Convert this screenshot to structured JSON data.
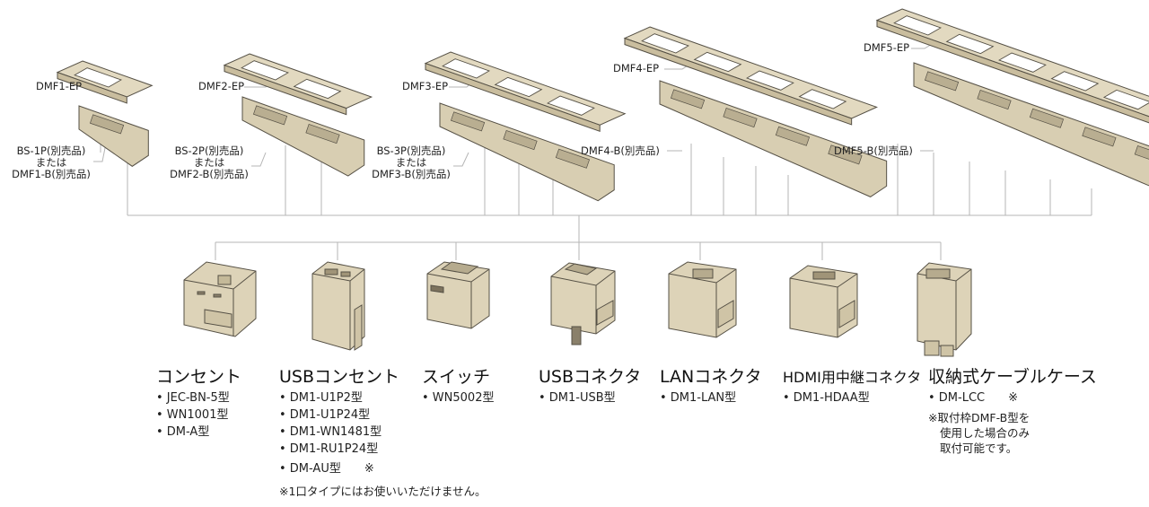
{
  "frames": [
    {
      "plate": "DMF1-EP",
      "base_lines": [
        "BS-1P(別売品)",
        "または",
        "DMF1-B(別売品)"
      ]
    },
    {
      "plate": "DMF2-EP",
      "base_lines": [
        "BS-2P(別売品)",
        "または",
        "DMF2-B(別売品)"
      ]
    },
    {
      "plate": "DMF3-EP",
      "base_lines": [
        "BS-3P(別売品)",
        "または",
        "DMF3-B(別売品)"
      ]
    },
    {
      "plate": "DMF4-EP",
      "base_lines": [
        "DMF4-B(別売品)"
      ]
    },
    {
      "plate": "DMF5-EP",
      "base_lines": [
        "DMF5-B(別売品)"
      ]
    }
  ],
  "categories": [
    {
      "title": "コンセント",
      "items": [
        "• JEC-BN-5型",
        "• WN1001型",
        "• DM-A型"
      ]
    },
    {
      "title": "USBコンセント",
      "items": [
        "• DM1-U1P2型",
        "• DM1-U1P24型",
        "• DM1-WN1481型",
        "• DM1-RU1P24型",
        "• DM-AU型　　※"
      ]
    },
    {
      "title": "スイッチ",
      "items": [
        "• WN5002型"
      ]
    },
    {
      "title": "USBコネクタ",
      "items": [
        "• DM1-USB型"
      ]
    },
    {
      "title": "LANコネクタ",
      "items": [
        "• DM1-LAN型"
      ]
    },
    {
      "title": "HDMI用中継コネクタ",
      "items": [
        "• DM1-HDAA型"
      ]
    },
    {
      "title": "収納式ケーブルケース",
      "items": [
        "• DM-LCC　　※"
      ]
    }
  ],
  "notes": {
    "usb_note": "※1口タイプにはお使いいただけません。",
    "case_note": [
      "※取付枠DMF-B型を",
      "使用した場合のみ",
      "取付可能です。"
    ]
  },
  "colors": {
    "plate": "#e2d9c0",
    "plate_side": "#c9bd9e",
    "base": "#d8ceb2",
    "line": "#aaaaaa",
    "outline": "#555045"
  }
}
